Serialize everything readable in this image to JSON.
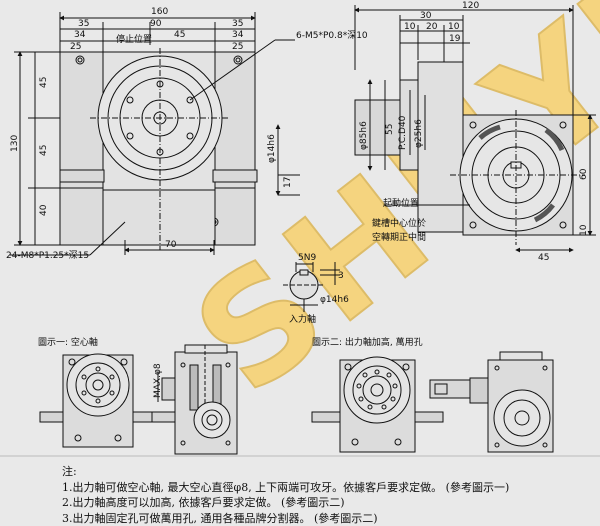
{
  "watermark": {
    "text": "SHUYI",
    "color": "#ffc42a"
  },
  "top_view": {
    "dims_top": [
      "160",
      "35",
      "90",
      "35",
      "34",
      "45",
      "34",
      "25",
      "25"
    ],
    "dims_bottom": [
      "70"
    ],
    "dims_left": [
      "130",
      "45",
      "45",
      "40"
    ],
    "dims_right": [
      "φ14h6",
      "17"
    ],
    "stop_label": "停止位置",
    "hole_top_label": "6-M5*P0.8*深10",
    "hole_bottom_label": "24-M8*P1.25*深15"
  },
  "side_view": {
    "dims_top": [
      "120",
      "30",
      "10",
      "20",
      "19",
      "10"
    ],
    "dims_vertical": [
      "φ85h6",
      "55",
      "P.C.D40",
      "φ25h6"
    ],
    "dims_right": [
      "60",
      "10"
    ],
    "dims_bottom": [
      "45"
    ],
    "start_label": "起動位置",
    "note_line1": "鍵槽中心位於",
    "note_line2": "空轉期正中間"
  },
  "input_shaft": {
    "label": "入力軸",
    "dims": [
      "5N9",
      "3",
      "φ14h6"
    ]
  },
  "fig1": {
    "title": "圖示一: 空心軸",
    "max_label": "MAX.φ8"
  },
  "fig2": {
    "title": "圖示二: 出力軸加高, 萬用孔"
  },
  "notes": {
    "heading": "注:",
    "items": [
      "1.出力軸可做空心軸, 最大空心直徑φ8, 上下兩端可攻牙。依據客戶要求定做。 (參考圖示一)",
      "2.出力軸高度可以加高, 依據客戶要求定做。 (參考圖示二)",
      "3.出力軸固定孔可做萬用孔, 通用各種品牌分割器。 (參考圖示二)"
    ]
  },
  "colors": {
    "background": "#e9e9e9",
    "line": "#111111",
    "body_fill": "#dcdcdc"
  }
}
